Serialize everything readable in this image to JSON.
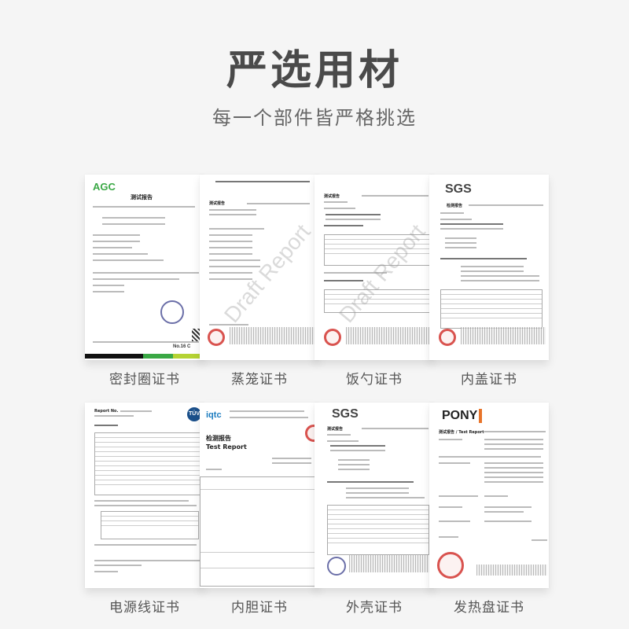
{
  "header": {
    "title": "严选用材",
    "subtitle": "每一个部件皆严格挑选"
  },
  "certificates": [
    {
      "label": "密封圈证书",
      "issuer_logo": "AGC",
      "doc_title": "测试报告",
      "extra": "No.16 C"
    },
    {
      "label": "蒸笼证书",
      "issuer_logo": "",
      "doc_title": "测试报告",
      "watermark": "Draft Report"
    },
    {
      "label": "饭勺证书",
      "issuer_logo": "",
      "doc_title": "测试报告",
      "watermark": "Draft Report"
    },
    {
      "label": "内盖证书",
      "issuer_logo": "SGS",
      "doc_title": "检测报告"
    },
    {
      "label": "电源线证书",
      "issuer_logo": "TÜV",
      "doc_title": "Report No."
    },
    {
      "label": "内胆证书",
      "issuer_logo": "iqtc",
      "doc_title": "检测报告",
      "doc_subtitle": "Test Report"
    },
    {
      "label": "外壳证书",
      "issuer_logo": "SGS",
      "doc_title": "测试报告"
    },
    {
      "label": "发热盘证书",
      "issuer_logo": "PONY",
      "doc_title": "测试报告 / Test Report"
    }
  ],
  "colors": {
    "background": "#f5f5f5",
    "title": "#4a4a4a",
    "agc_green": "#3aa845",
    "pony_orange": "#e8742a",
    "seal_red": "#d9534f"
  }
}
